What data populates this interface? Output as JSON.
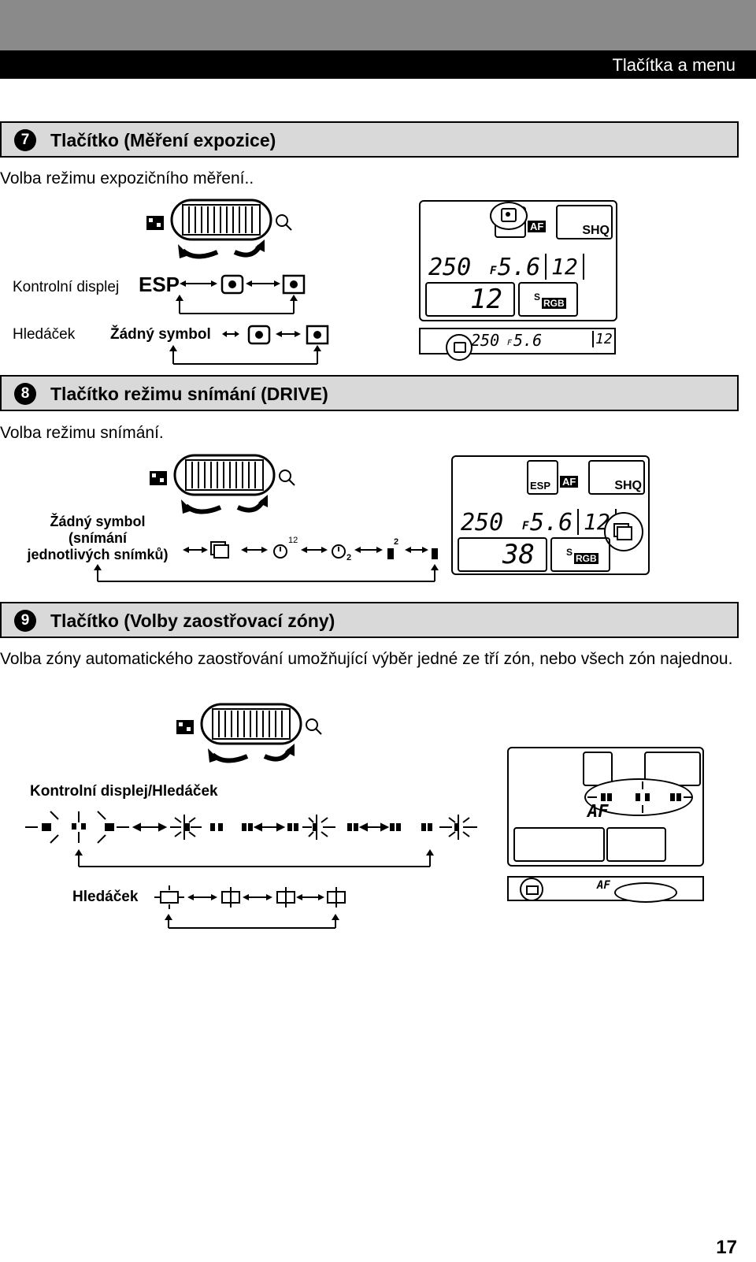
{
  "header": {
    "title": "Tlačítka a menu"
  },
  "sections": [
    {
      "number": "7",
      "title": "Tlačítko (Měření expozice)",
      "description": "Volba režimu expozičního měření..",
      "labels": {
        "control_display": "Kontrolní displej",
        "viewfinder": "Hledáček",
        "esp": "ESP",
        "no_symbol": "Žádný symbol"
      },
      "lcd": {
        "shutter": "250",
        "aperture_prefix": "F",
        "aperture": "5.6",
        "count": "12",
        "big": "12",
        "quality": "SHQ",
        "af": "AF",
        "s": "S",
        "rgb": "RGB"
      }
    },
    {
      "number": "8",
      "title": "Tlačítko režimu snímání (DRIVE)",
      "description": "Volba režimu snímání.",
      "labels": {
        "no_symbol_line1": "Žádný symbol",
        "no_symbol_line2": "(snímání",
        "no_symbol_line3": "jednotlivých snímků)",
        "sub12": "12",
        "sub2": "2",
        "sup2": "2"
      },
      "lcd": {
        "esp": "ESP",
        "af": "AF",
        "quality": "SHQ",
        "shutter": "250",
        "aperture_prefix": "F",
        "aperture": "5.6",
        "count": "12",
        "big": "38",
        "s": "S",
        "rgb": "RGB"
      }
    },
    {
      "number": "9",
      "title": "Tlačítko (Volby zaostřovací zóny)",
      "description": "Volba zóny automatického zaostřování umožňující výběr jedné ze tří zón, nebo všech zón najednou.",
      "labels": {
        "control_display_viewfinder": "Kontrolní displej/Hledáček",
        "viewfinder": "Hledáček",
        "af": "AF"
      }
    }
  ],
  "page_number": "17"
}
